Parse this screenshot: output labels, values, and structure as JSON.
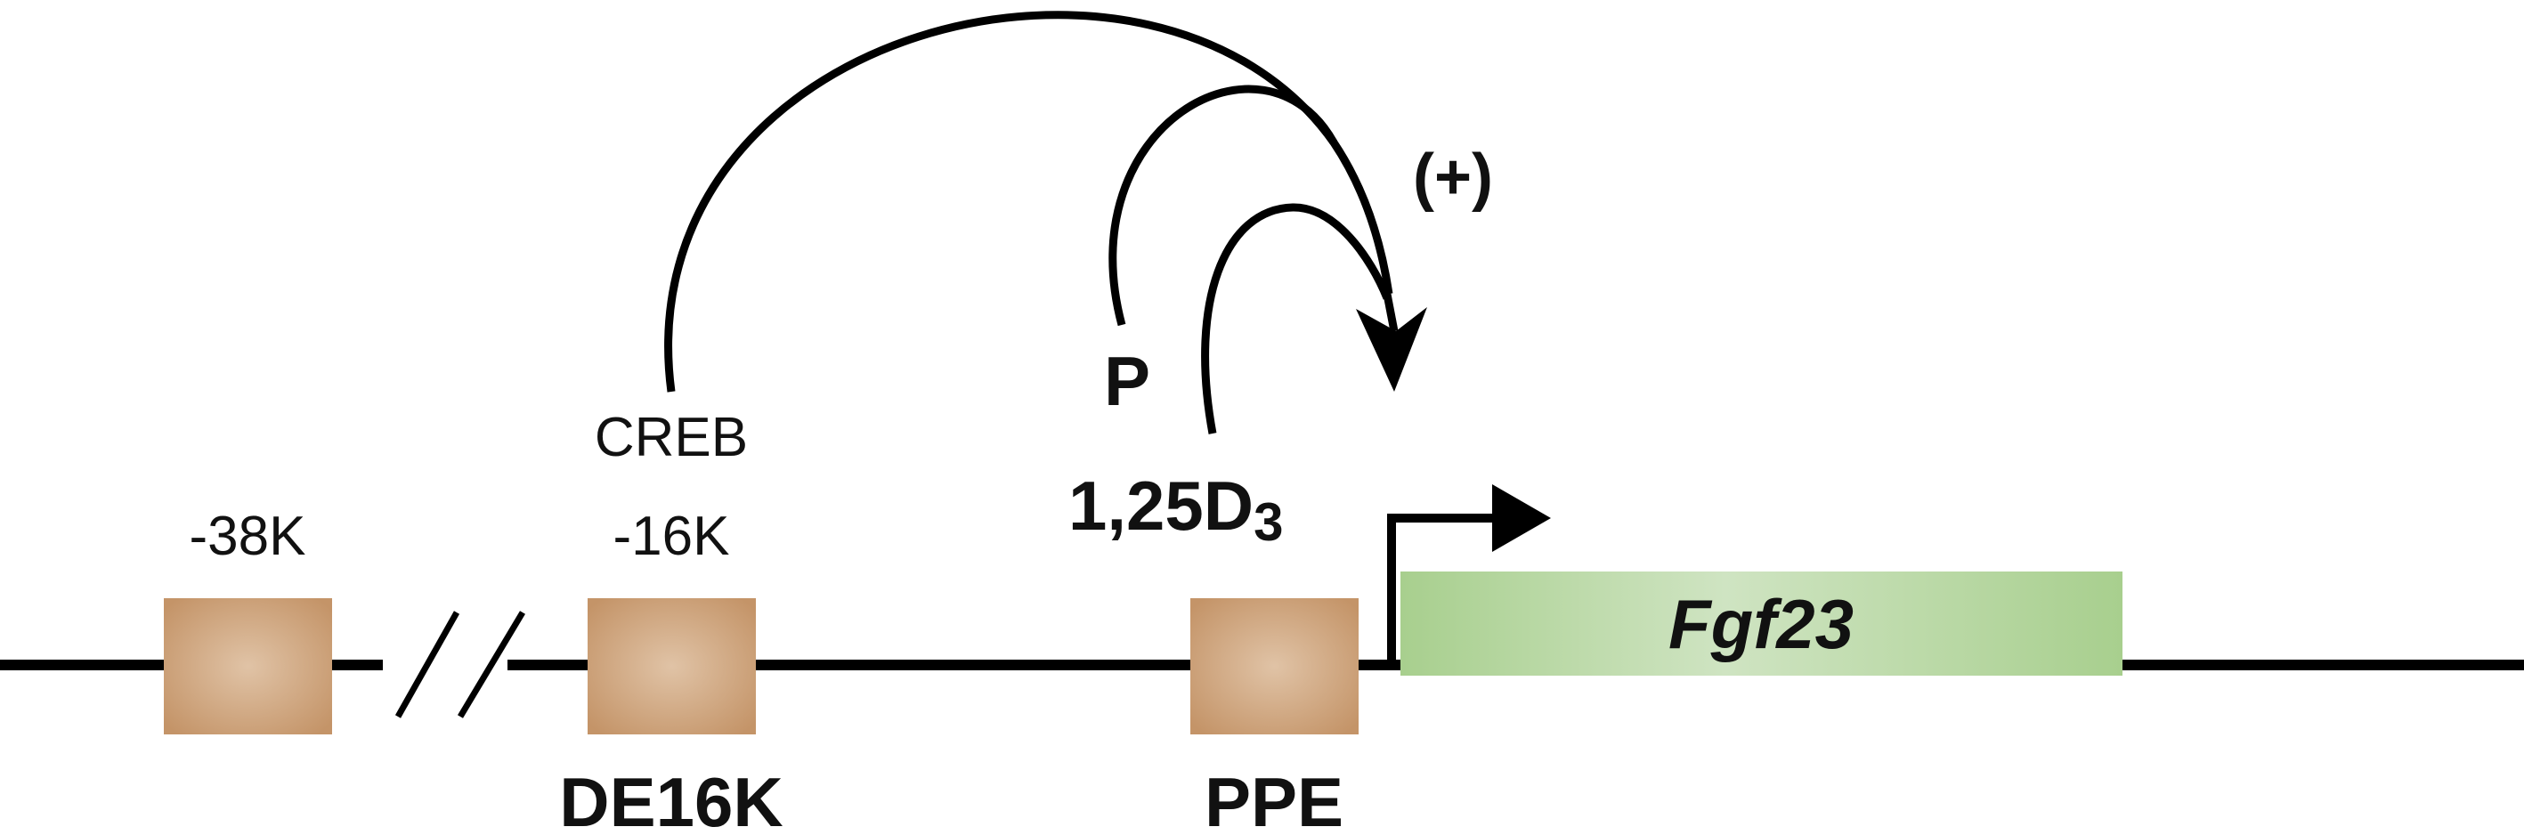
{
  "figure": {
    "gene_label": "Fgf23",
    "elements": [
      {
        "top_label": "-38K",
        "bottom_label": ""
      },
      {
        "top_label": "-16K",
        "bottom_label": "DE16K"
      },
      {
        "top_label": "",
        "bottom_label": "PPE"
      }
    ],
    "factors": {
      "creb": "CREB",
      "phosphate": "P",
      "vitamin_d": "1,25D",
      "vitamin_d_subscript": "3"
    },
    "effect_label": "(+)",
    "colors": {
      "line": "#000000",
      "element_box_center": "#e0c3a6",
      "element_box_edge": "#c49468",
      "gene_box_center": "#cfe4c2",
      "gene_box_edge": "#a8cf8e"
    }
  }
}
